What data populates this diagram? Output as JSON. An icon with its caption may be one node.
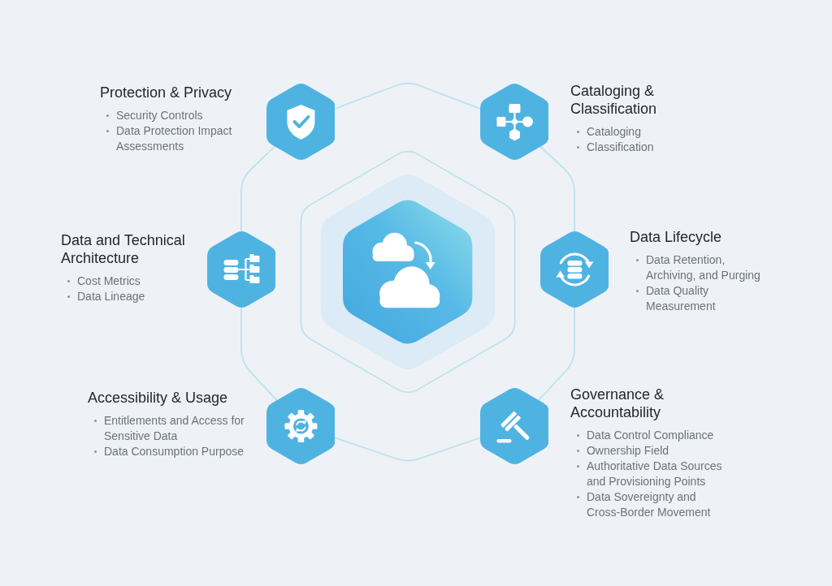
{
  "diagram": {
    "nodes": [
      {
        "text": [
          "Protection & Privacy",
          "Security Controls",
          "Data Protection Impact Assessments"
        ]
      },
      {
        "text": [
          "Cataloging & Classification",
          "Cataloging",
          "Classification"
        ]
      },
      {
        "text": [
          "Data and Technical Architecture",
          "Cost Metrics",
          "Data Lineage"
        ]
      },
      {
        "text": [],
        "shape": "hexagon"
      },
      {
        "text": [
          "Data Lifecycle",
          "Data Retention, Archiving, and Purging",
          "Data Quality Measurement"
        ]
      },
      {
        "text": [
          "Accessibility & Usage",
          "Entitlements and Access for Sensitive Data",
          "Data Consumption Purpose"
        ]
      },
      {
        "text": [
          "Governance & Accountability",
          "Data Control Compliance",
          "Ownership Field",
          "Authoritative Data Sources and Provisioning Points",
          "Data Sovereignty and Cross-Border Movement"
        ]
      }
    ],
    "edges": [
      {
        "from": 0,
        "to": 1,
        "arrow": "none"
      },
      {
        "from": 1,
        "to": 4,
        "arrow": "none"
      },
      {
        "from": 4,
        "to": 6,
        "arrow": "none"
      },
      {
        "from": 6,
        "to": 5,
        "arrow": "none"
      },
      {
        "from": 5,
        "to": 2,
        "arrow": "none"
      },
      {
        "from": 2,
        "to": 0,
        "arrow": "none"
      }
    ]
  }
}
